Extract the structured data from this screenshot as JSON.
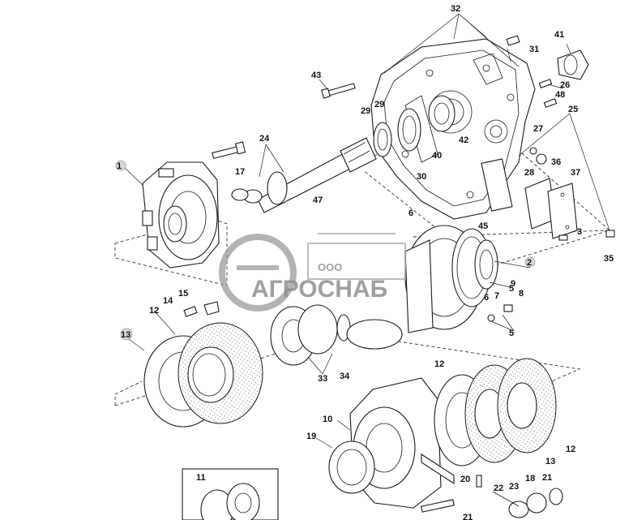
{
  "watermark": {
    "company": "ООО",
    "brand": "АГРОСНАБ"
  },
  "callouts": [
    {
      "id": "c1",
      "label": "1"
    },
    {
      "id": "c2",
      "label": "2"
    },
    {
      "id": "c3",
      "label": "3"
    },
    {
      "id": "c5a",
      "label": "5"
    },
    {
      "id": "c5b",
      "label": "5"
    },
    {
      "id": "c6a",
      "label": "6"
    },
    {
      "id": "c6b",
      "label": "6"
    },
    {
      "id": "c7",
      "label": "7"
    },
    {
      "id": "c8",
      "label": "8"
    },
    {
      "id": "c9",
      "label": "9"
    },
    {
      "id": "c10",
      "label": "10"
    },
    {
      "id": "c11",
      "label": "11"
    },
    {
      "id": "c12a",
      "label": "12"
    },
    {
      "id": "c12b",
      "label": "12"
    },
    {
      "id": "c12c",
      "label": "12"
    },
    {
      "id": "c13a",
      "label": "13"
    },
    {
      "id": "c13b",
      "label": "13"
    },
    {
      "id": "c14",
      "label": "14"
    },
    {
      "id": "c15",
      "label": "15"
    },
    {
      "id": "c17",
      "label": "17"
    },
    {
      "id": "c18",
      "label": "18"
    },
    {
      "id": "c19",
      "label": "19"
    },
    {
      "id": "c20",
      "label": "20"
    },
    {
      "id": "c21a",
      "label": "21"
    },
    {
      "id": "c21b",
      "label": "21"
    },
    {
      "id": "c22",
      "label": "22"
    },
    {
      "id": "c23",
      "label": "23"
    },
    {
      "id": "c24",
      "label": "24"
    },
    {
      "id": "c25",
      "label": "25"
    },
    {
      "id": "c26",
      "label": "26"
    },
    {
      "id": "c27",
      "label": "27"
    },
    {
      "id": "c28",
      "label": "28"
    },
    {
      "id": "c29a",
      "label": "29"
    },
    {
      "id": "c29b",
      "label": "29"
    },
    {
      "id": "c30",
      "label": "30"
    },
    {
      "id": "c31",
      "label": "31"
    },
    {
      "id": "c32",
      "label": "32"
    },
    {
      "id": "c33",
      "label": "33"
    },
    {
      "id": "c34",
      "label": "34"
    },
    {
      "id": "c35",
      "label": "35"
    },
    {
      "id": "c36",
      "label": "36"
    },
    {
      "id": "c37",
      "label": "37"
    },
    {
      "id": "c40",
      "label": "40"
    },
    {
      "id": "c41",
      "label": "41"
    },
    {
      "id": "c42",
      "label": "42"
    },
    {
      "id": "c43",
      "label": "43"
    },
    {
      "id": "c45",
      "label": "45"
    },
    {
      "id": "c47",
      "label": "47"
    },
    {
      "id": "c48",
      "label": "48"
    }
  ]
}
